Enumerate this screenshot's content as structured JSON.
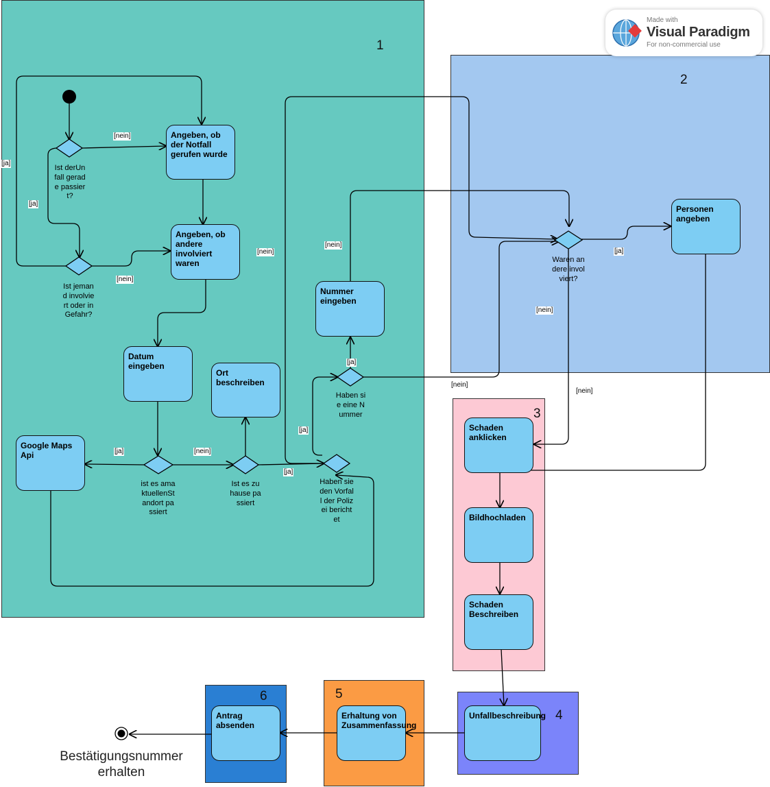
{
  "logo": {
    "made": "Made with",
    "brand": "Visual Paradigm",
    "note": "For non-commercial use"
  },
  "regions": {
    "r1": "1",
    "r2": "2",
    "r3": "3",
    "r4": "4",
    "r5": "5",
    "r6": "6"
  },
  "colors": {
    "region1": "#66c9c0",
    "region2": "#a3c8f0",
    "region3": "#fdc9d4",
    "region4": "#7b84fa",
    "region5": "#fb9b44",
    "region6": "#2a7fd3",
    "action": "#7dcdf3"
  },
  "actions": {
    "notfall": "Angeben, ob der Notfall gerufen wurde",
    "involviert": "Angeben, ob andere involviert waren",
    "datum": "Datum eingeben",
    "ort": "Ort beschreiben",
    "google": "Google Maps Api",
    "nummer": "Nummer eingeben",
    "personen": "Personen angeben",
    "schaden_klick": "Schaden anklicken",
    "bild": "Bildhochladen",
    "schaden_beschr": "Schaden Beschreiben",
    "unfall": "Unfallbeschreibung",
    "erhaltung": "Erhaltung von Zusammenfassung",
    "antrag": "Antrag absenden"
  },
  "decisions": {
    "d1": "Ist derUnfall gerade passiert?",
    "d2": "Ist jemand involviert oder in Gefahr?",
    "d3": "ist es amaktuellenStandort passiert",
    "d4": "Ist es zuhause passiert",
    "d5": "Haben sie den Vorfall der Polizei berichtet",
    "d6": "Haben sie eine Nummer",
    "d7": "Waren andere involviert?"
  },
  "guards": {
    "g_nein_top": "[nein]",
    "g_ja_left": "[ja]",
    "g_ja_inner": "[ja]",
    "g_nein_d2": "[nein]",
    "g_nein_mid": "[nein]",
    "g_nein_num": "[nein]",
    "g_ja_d3": "[ja]",
    "g_nein_d3": "[nein]",
    "g_ja_d4": "[ja]",
    "g_ja_d5": "[ja]",
    "g_ja_d6": "[ja]",
    "g_nein_d6": "[nein]",
    "g_ja_d7": "[ja]",
    "g_nein_d7a": "[nein]",
    "g_nein_d7b": "[nein]"
  },
  "final": "Bestätigungsnummer erhalten"
}
